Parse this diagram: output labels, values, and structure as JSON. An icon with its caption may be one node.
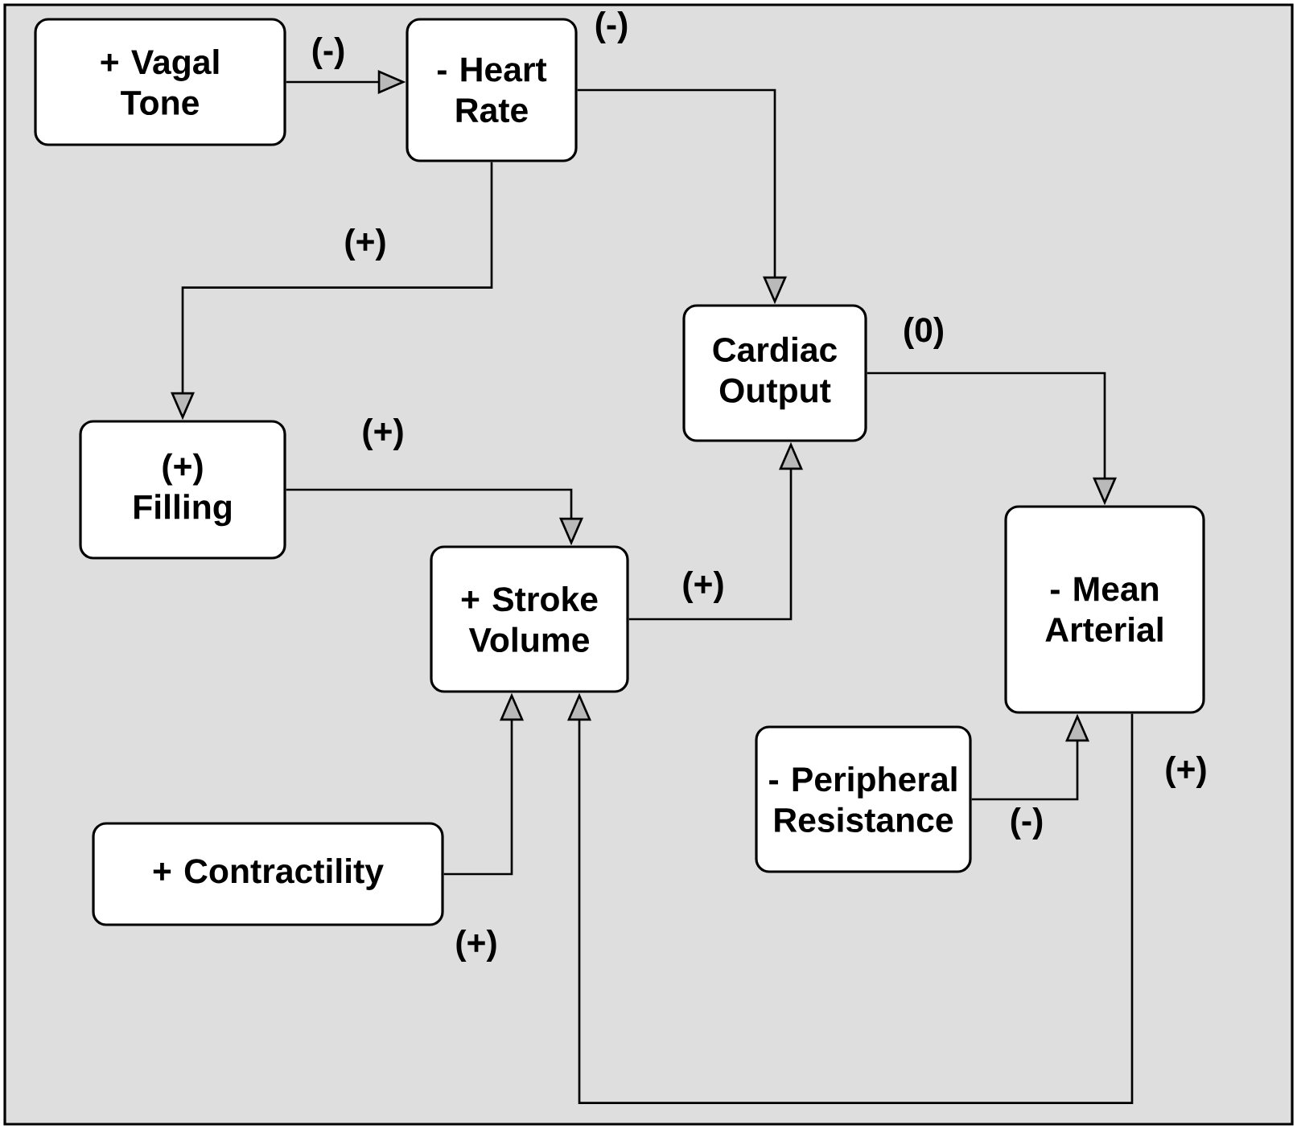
{
  "diagram": {
    "nodes": [
      {
        "text": [
          "+ Vagal Tone"
        ]
      },
      {
        "text": [
          "- Heart Rate"
        ]
      },
      {
        "text": [
          "Cardiac Output"
        ]
      },
      {
        "text": [
          "(+) Filling"
        ]
      },
      {
        "text": [
          "- Mean Arterial"
        ]
      },
      {
        "text": [
          "+ Stroke Volume"
        ]
      },
      {
        "text": [
          "+ Contractility"
        ]
      },
      {
        "text": [
          "- Peripheral Resistance"
        ]
      }
    ],
    "edges": [
      {
        "from": 0,
        "to": 1,
        "arrow": "to",
        "label": "(-)"
      },
      {
        "from": 1,
        "to": 2,
        "arrow": "to",
        "label": "(-)"
      },
      {
        "from": 1,
        "to": 3,
        "arrow": "to",
        "label": "(+)"
      },
      {
        "from": 2,
        "to": 4,
        "arrow": "to",
        "label": "(0)"
      },
      {
        "from": 3,
        "to": 5,
        "arrow": "to",
        "label": "(+)"
      },
      {
        "from": 5,
        "to": 2,
        "arrow": "to",
        "label": "(+)"
      },
      {
        "from": 6,
        "to": 5,
        "arrow": "to",
        "label": "(+)"
      },
      {
        "from": 7,
        "to": 4,
        "arrow": "to",
        "label": "(-)"
      },
      {
        "from": 4,
        "to": 5,
        "arrow": "to",
        "label": "(+)"
      }
    ]
  }
}
